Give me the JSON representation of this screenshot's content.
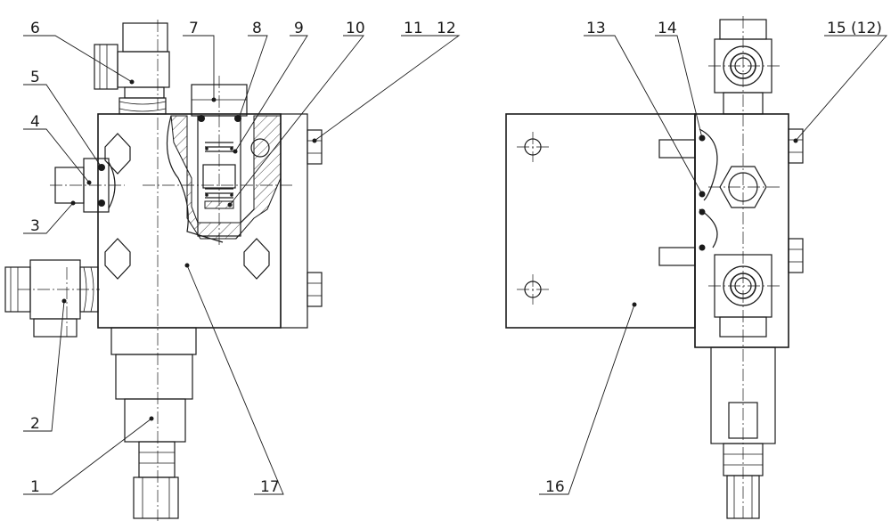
{
  "drawing": {
    "callouts": [
      {
        "id": "c1",
        "text": "1"
      },
      {
        "id": "c2",
        "text": "2"
      },
      {
        "id": "c3",
        "text": "3"
      },
      {
        "id": "c4",
        "text": "4"
      },
      {
        "id": "c5",
        "text": "5"
      },
      {
        "id": "c6",
        "text": "6"
      },
      {
        "id": "c7",
        "text": "7"
      },
      {
        "id": "c8",
        "text": "8"
      },
      {
        "id": "c9",
        "text": "9"
      },
      {
        "id": "c10",
        "text": "10"
      },
      {
        "id": "c11",
        "text": "11"
      },
      {
        "id": "c12",
        "text": "12"
      },
      {
        "id": "c13",
        "text": "13"
      },
      {
        "id": "c14",
        "text": "14"
      },
      {
        "id": "c15",
        "text": "15 (12)"
      },
      {
        "id": "c16",
        "text": "16"
      },
      {
        "id": "c17",
        "text": "17"
      }
    ],
    "line_color": "#1a1a1a",
    "background": "#ffffff"
  }
}
